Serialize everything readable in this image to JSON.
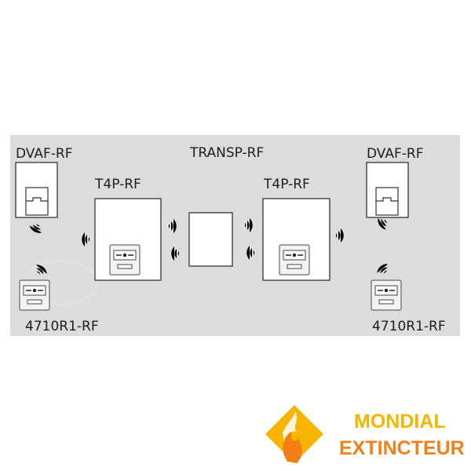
{
  "diagram": {
    "labels": {
      "dvaf_left": "DVAF-RF",
      "t4p_left": "T4P-RF",
      "transp": "TRANSP-RF",
      "t4p_right": "T4P-RF",
      "dvaf_right": "DVAF-RF",
      "callpoint_left": "4710R1-RF",
      "callpoint_right": "4710R1-RF"
    },
    "icons": [
      "radio-wave-icon",
      "call-point-icon",
      "siren-icon"
    ]
  },
  "logo": {
    "line1": "MONDIAL",
    "line2": "EXTINCTEUR",
    "colors": {
      "yellow": "#f7b500",
      "orange": "#f57f17"
    }
  }
}
